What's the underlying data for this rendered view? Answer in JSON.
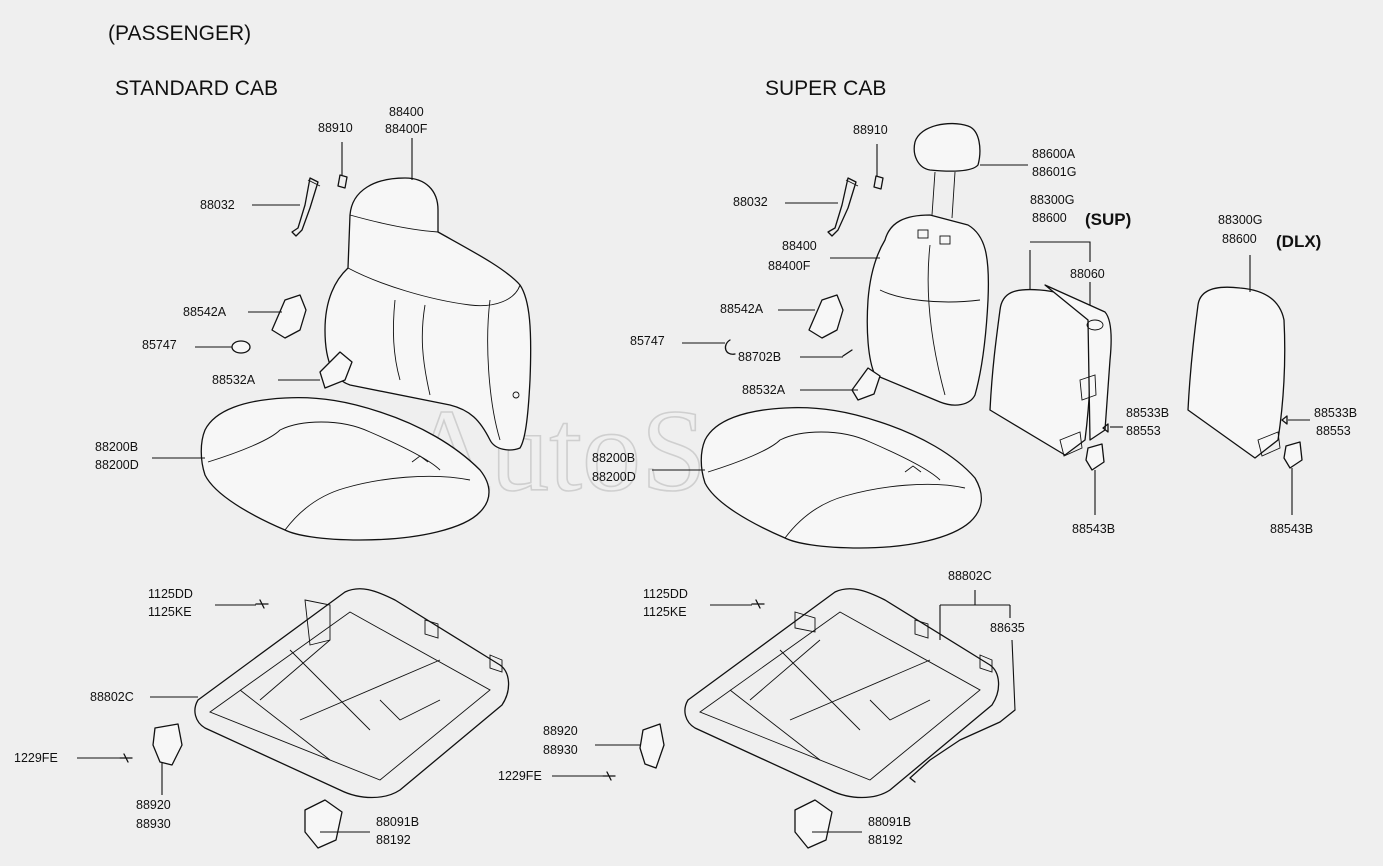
{
  "diagram": {
    "heading": "(PASSENGER)",
    "watermark": "AutoSoft",
    "standard_cab": {
      "title": "STANDARD CAB",
      "callouts": {
        "headrest_clip": "88910",
        "seatback_top": "88400",
        "seatback_bottom": "88400F",
        "belt_buckle": "88032",
        "hinge_cover": "88542A",
        "cap": "85747",
        "hinge": "88532A",
        "cushion_top": "88200B",
        "cushion_bottom": "88200D",
        "screw_top": "1125DD",
        "screw_bottom": "1125KE",
        "frame": "88802C",
        "bolt": "1229FE",
        "track_cover_top": "88920",
        "track_cover_bottom": "88930",
        "rear_cover_top": "88091B",
        "rear_cover_bottom": "88192"
      }
    },
    "super_cab": {
      "title": "SUPER CAB",
      "callouts": {
        "headrest_clip": "88910",
        "headrest_top": "88600A",
        "headrest_bottom": "88601G",
        "belt_buckle": "88032",
        "back_sup_top": "88300G",
        "back_sup_bottom": "88600",
        "variant_sup": "(SUP)",
        "back_dlx_top": "88300G",
        "back_dlx_bottom": "88600",
        "variant_dlx": "(DLX)",
        "seatback_top": "88400",
        "seatback_bottom": "88400F",
        "back_panel": "88060",
        "hinge_cover": "88542A",
        "cap": "85747",
        "lever": "88702B",
        "hinge": "88532A",
        "pin_sup_top": "88533B",
        "pin_sup_bottom": "88553",
        "pin_dlx_top": "88533B",
        "pin_dlx_bottom": "88553",
        "cushion_top": "88200B",
        "cushion_bottom": "88200D",
        "knob_sup": "88543B",
        "knob_dlx": "88543B",
        "frame": "88802C",
        "screw_top": "1125DD",
        "screw_bottom": "1125KE",
        "cable": "88635",
        "track_cover_top": "88920",
        "track_cover_bottom": "88930",
        "bolt": "1229FE",
        "rear_cover_top": "88091B",
        "rear_cover_bottom": "88192"
      }
    }
  }
}
